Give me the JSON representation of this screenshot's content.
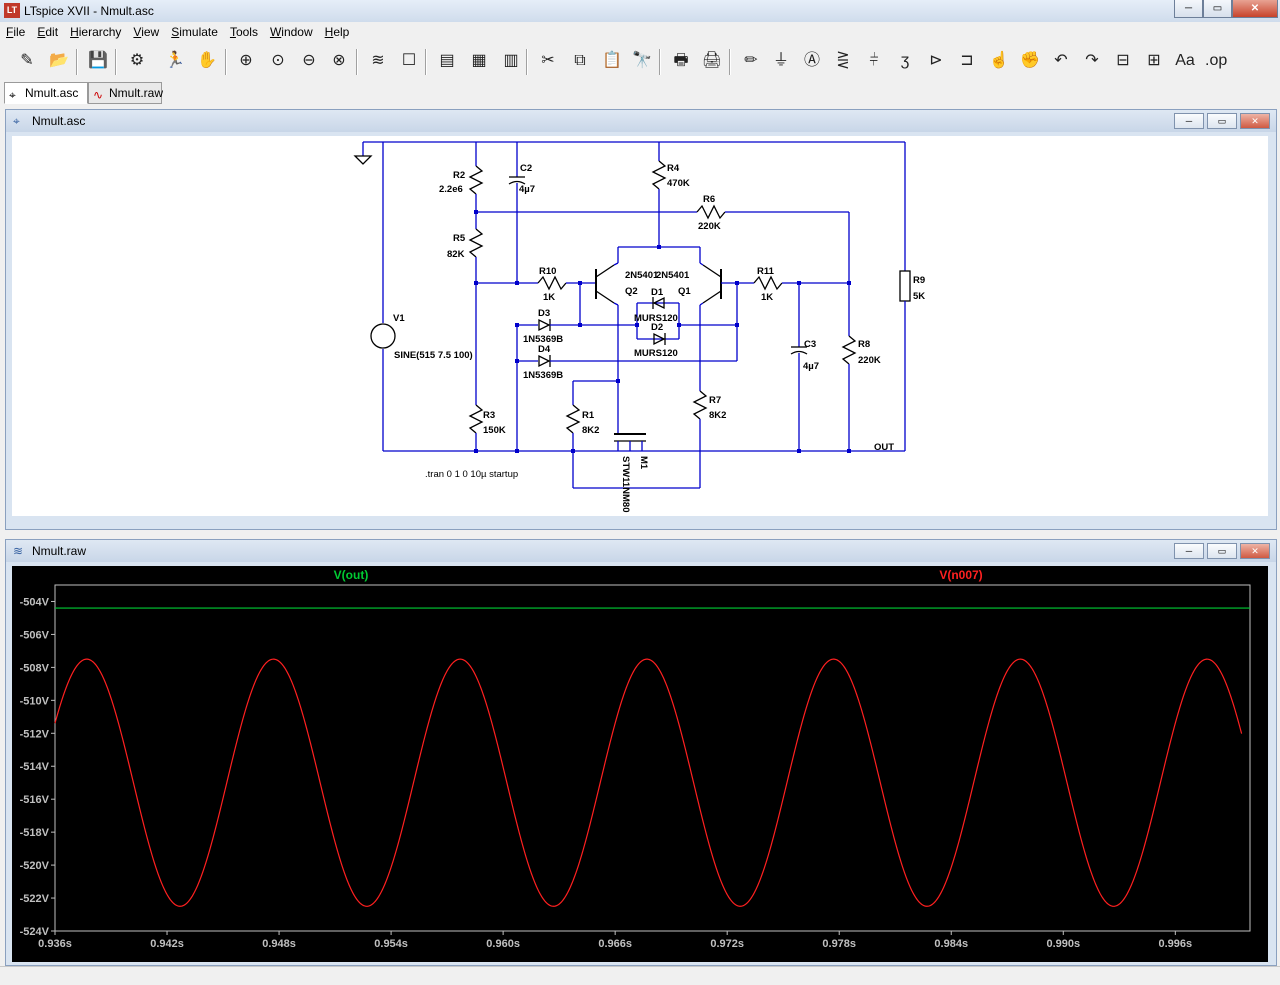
{
  "app": {
    "title": "LTspice XVII - Nmult.asc",
    "icon_label": "LT"
  },
  "window_controls": {
    "minimize": "─",
    "restore": "▭",
    "close": "✕"
  },
  "menu": [
    "File",
    "Edit",
    "Hierarchy",
    "View",
    "Simulate",
    "Tools",
    "Window",
    "Help"
  ],
  "toolbar_icons": [
    "new-schematic-icon",
    "open-folder-icon",
    "save-icon",
    "control-panel-icon",
    "run-icon",
    "halt-icon",
    "zoom-in-icon",
    "zoom-area-icon",
    "zoom-out-icon",
    "zoom-cancel-icon",
    "autorange-icon",
    "mark-unconnected-icon",
    "tile-horizontal-icon",
    "cascade-icon",
    "tile-vertical-icon",
    "cut-icon",
    "copy-icon",
    "paste-icon",
    "find-icon",
    "print-icon",
    "print-setup-icon",
    "draw-wire-icon",
    "ground-icon",
    "label-net-icon",
    "resistor-icon",
    "capacitor-icon",
    "inductor-icon",
    "diode-icon",
    "component-icon",
    "move-icon",
    "drag-icon",
    "undo-icon",
    "redo-icon",
    "rotate-icon",
    "mirror-icon",
    "text-icon",
    "spice-directive-icon"
  ],
  "toolbar_glyphs": [
    "✎",
    "📂",
    "💾",
    "⚙",
    "🏃",
    "✋",
    "⊕",
    "⊙",
    "⊖",
    "⊗",
    "≋",
    "☐",
    "▤",
    "▦",
    "▥",
    "✂",
    "⧉",
    "📋",
    "🔭",
    "🖶",
    "🖨",
    "✏",
    "⏚",
    "Ⓐ",
    "⋛",
    "⫩",
    "ʒ",
    "⊳",
    "⊐",
    "☝",
    "✊",
    "↶",
    "↷",
    "⊟",
    "⊞",
    "Aa",
    ".op"
  ],
  "tabs": [
    {
      "label": "Nmult.asc",
      "icon": "⌖",
      "active": true
    },
    {
      "label": "Nmult.raw",
      "icon": "∿",
      "active": false
    }
  ],
  "schematic_window": {
    "title": "Nmult.asc",
    "icon": "⌖"
  },
  "waveform_window": {
    "title": "Nmult.raw",
    "icon": "≋"
  },
  "mdi_buttons": {
    "minimize": "─",
    "restore": "▭",
    "close": "✕"
  },
  "schematic": {
    "labels": {
      "V1": "V1",
      "V1_value": "SINE(515 7.5 100)",
      "R2": "R2",
      "R2_value": "2.2e6",
      "C2": "C2",
      "C2_value": "4µ7",
      "R4": "R4",
      "R4_value": "470K",
      "R6": "R6",
      "R6_value": "220K",
      "R5": "R5",
      "R5_value": "82K",
      "R10": "R10",
      "R10_value": "1K",
      "Q2_model": "2N5401",
      "Q1_model": "2N5401",
      "Q2": "Q2",
      "Q1": "Q1",
      "D1": "D1",
      "D1_model": "MURS120",
      "D2": "D2",
      "D2_model": "MURS120",
      "D3": "D3",
      "D3_model": "1N5369B",
      "D4": "D4",
      "D4_model": "1N5369B",
      "R11": "R11",
      "R11_value": "1K",
      "R9": "R9",
      "R9_value": "5K",
      "C3": "C3",
      "C3_value": "4µ7",
      "R8": "R8",
      "R8_value": "220K",
      "R1": "R1",
      "R1_value": "8K2",
      "R7": "R7",
      "R7_value": "8K2",
      "R3": "R3",
      "R3_value": "150K",
      "M1": "M1",
      "M1_model": "STW11NM80",
      "OUT": "OUT",
      "directive": ".tran 0 1 0 10µ startup"
    }
  },
  "chart_data": {
    "type": "line",
    "legend": [
      {
        "name": "V(out)",
        "color": "#00cc33"
      },
      {
        "name": "V(n007)",
        "color": "#ff2020"
      }
    ],
    "xlim": [
      0.936,
      1.0
    ],
    "ylim": [
      -524,
      -503
    ],
    "x_ticks": [
      "0.936s",
      "0.942s",
      "0.948s",
      "0.954s",
      "0.960s",
      "0.966s",
      "0.972s",
      "0.978s",
      "0.984s",
      "0.990s",
      "0.996s"
    ],
    "y_ticks": [
      "-504V",
      "-506V",
      "-508V",
      "-510V",
      "-512V",
      "-514V",
      "-516V",
      "-518V",
      "-520V",
      "-522V",
      "-524V"
    ],
    "series": [
      {
        "name": "V(out)",
        "color": "#00cc33",
        "type": "constant",
        "value": -504.4
      },
      {
        "name": "V(n007)",
        "color": "#ff2020",
        "type": "sine",
        "offset": -515,
        "amplitude": 7.5,
        "frequency_hz": 100,
        "first_peak_x": 0.9377,
        "x_start": 0.936,
        "x_end": 0.99955
      }
    ],
    "background": "#000000",
    "grid": false
  }
}
